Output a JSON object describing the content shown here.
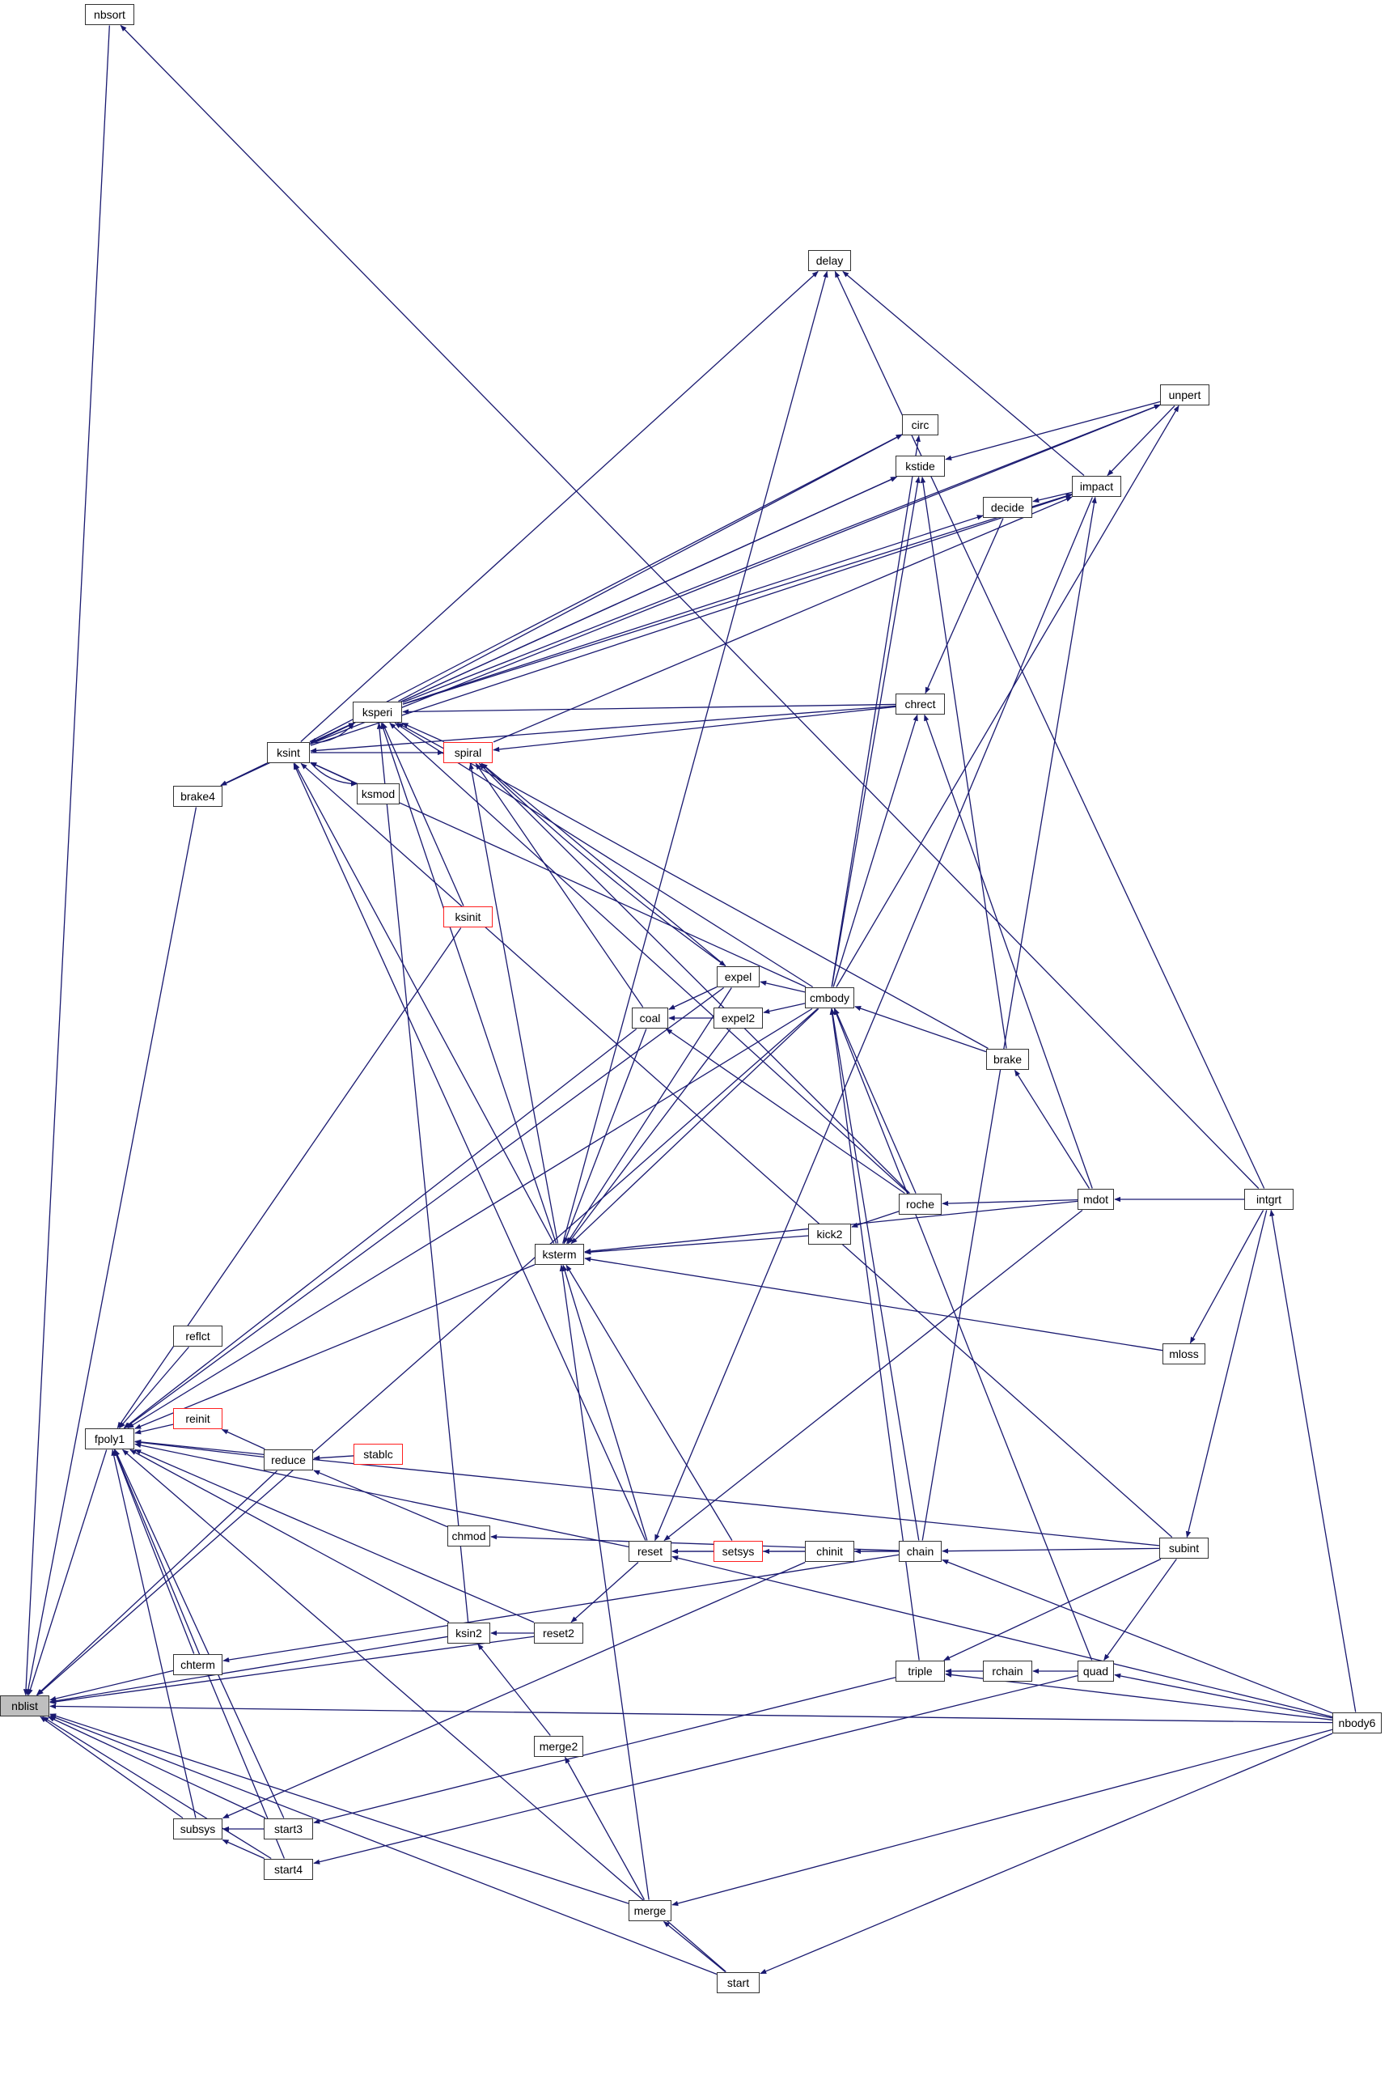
{
  "graph": {
    "focus_node": "nblist",
    "edge_color": "#191970",
    "focus_fill": "#bfbfbf",
    "truncated_border_color": "#ff2020",
    "nodes": [
      {
        "id": "nbsort",
        "label": "nbsort"
      },
      {
        "id": "nblist",
        "label": "nblist"
      },
      {
        "id": "fpoly1",
        "label": "fpoly1"
      },
      {
        "id": "brake4",
        "label": "brake4"
      },
      {
        "id": "reflct",
        "label": "reflct"
      },
      {
        "id": "reinit",
        "label": "reinit",
        "truncated": true
      },
      {
        "id": "chterm",
        "label": "chterm"
      },
      {
        "id": "subsys",
        "label": "subsys"
      },
      {
        "id": "ksint",
        "label": "ksint"
      },
      {
        "id": "reduce",
        "label": "reduce"
      },
      {
        "id": "start3",
        "label": "start3"
      },
      {
        "id": "start4",
        "label": "start4"
      },
      {
        "id": "ksperi",
        "label": "ksperi"
      },
      {
        "id": "ksmod",
        "label": "ksmod"
      },
      {
        "id": "stablc",
        "label": "stablc",
        "truncated": true
      },
      {
        "id": "spiral",
        "label": "spiral",
        "truncated": true
      },
      {
        "id": "ksinit",
        "label": "ksinit",
        "truncated": true
      },
      {
        "id": "chmod",
        "label": "chmod"
      },
      {
        "id": "ksin2",
        "label": "ksin2"
      },
      {
        "id": "ksterm",
        "label": "ksterm"
      },
      {
        "id": "reset2",
        "label": "reset2"
      },
      {
        "id": "merge2",
        "label": "merge2"
      },
      {
        "id": "coal",
        "label": "coal"
      },
      {
        "id": "reset",
        "label": "reset"
      },
      {
        "id": "merge",
        "label": "merge"
      },
      {
        "id": "expel",
        "label": "expel"
      },
      {
        "id": "expel2",
        "label": "expel2"
      },
      {
        "id": "setsys",
        "label": "setsys",
        "truncated": true
      },
      {
        "id": "start",
        "label": "start"
      },
      {
        "id": "delay",
        "label": "delay"
      },
      {
        "id": "cmbody",
        "label": "cmbody"
      },
      {
        "id": "kick2",
        "label": "kick2"
      },
      {
        "id": "chinit",
        "label": "chinit"
      },
      {
        "id": "circ",
        "label": "circ"
      },
      {
        "id": "kstide",
        "label": "kstide"
      },
      {
        "id": "chrect",
        "label": "chrect"
      },
      {
        "id": "roche",
        "label": "roche"
      },
      {
        "id": "chain",
        "label": "chain"
      },
      {
        "id": "triple",
        "label": "triple"
      },
      {
        "id": "decide",
        "label": "decide"
      },
      {
        "id": "brake",
        "label": "brake"
      },
      {
        "id": "rchain",
        "label": "rchain"
      },
      {
        "id": "impact",
        "label": "impact"
      },
      {
        "id": "mdot",
        "label": "mdot"
      },
      {
        "id": "quad",
        "label": "quad"
      },
      {
        "id": "unpert",
        "label": "unpert"
      },
      {
        "id": "mloss",
        "label": "mloss"
      },
      {
        "id": "subint",
        "label": "subint"
      },
      {
        "id": "intgrt",
        "label": "intgrt"
      },
      {
        "id": "nbody6",
        "label": "nbody6"
      }
    ],
    "edges": [
      [
        "intgrt",
        "nbsort"
      ],
      [
        "nbsort",
        "nblist"
      ],
      [
        "nbody6",
        "nblist"
      ],
      [
        "fpoly1",
        "nblist"
      ],
      [
        "brake4",
        "nblist"
      ],
      [
        "cmbody",
        "nblist"
      ],
      [
        "chterm",
        "nblist"
      ],
      [
        "reduce",
        "nblist"
      ],
      [
        "ksin2",
        "nblist"
      ],
      [
        "reset2",
        "nblist"
      ],
      [
        "subsys",
        "nblist"
      ],
      [
        "start3",
        "nblist"
      ],
      [
        "start4",
        "nblist"
      ],
      [
        "merge",
        "nblist"
      ],
      [
        "start",
        "nblist"
      ],
      [
        "ksinit",
        "fpoly1"
      ],
      [
        "expel",
        "fpoly1"
      ],
      [
        "coal",
        "fpoly1"
      ],
      [
        "cmbody",
        "fpoly1"
      ],
      [
        "ksterm",
        "fpoly1"
      ],
      [
        "reflct",
        "fpoly1"
      ],
      [
        "reinit",
        "fpoly1"
      ],
      [
        "reduce",
        "fpoly1"
      ],
      [
        "subint",
        "fpoly1"
      ],
      [
        "reset",
        "fpoly1"
      ],
      [
        "reset2",
        "fpoly1"
      ],
      [
        "ksin2",
        "fpoly1"
      ],
      [
        "chterm",
        "fpoly1"
      ],
      [
        "subsys",
        "fpoly1"
      ],
      [
        "start3",
        "fpoly1"
      ],
      [
        "start4",
        "fpoly1"
      ],
      [
        "start",
        "fpoly1"
      ],
      [
        "ksint",
        "brake4"
      ],
      [
        "ksperi",
        "ksint"
      ],
      [
        "ksint",
        "ksperi"
      ],
      [
        "ksmod",
        "ksint"
      ],
      [
        "ksint",
        "ksmod"
      ],
      [
        "ksterm",
        "ksint"
      ],
      [
        "reset",
        "ksint"
      ],
      [
        "subint",
        "ksint"
      ],
      [
        "ksint",
        "spiral"
      ],
      [
        "chrect",
        "ksint"
      ],
      [
        "ksint",
        "delay"
      ],
      [
        "ksint",
        "circ"
      ],
      [
        "ksint",
        "kstide"
      ],
      [
        "ksint",
        "impact"
      ],
      [
        "ksint",
        "unpert"
      ],
      [
        "brake4",
        "ksperi"
      ],
      [
        "spiral",
        "ksperi"
      ],
      [
        "ksinit",
        "ksperi"
      ],
      [
        "ksin2",
        "ksperi"
      ],
      [
        "chrect",
        "ksperi"
      ],
      [
        "brake",
        "ksperi"
      ],
      [
        "roche",
        "ksperi"
      ],
      [
        "cmbody",
        "ksperi"
      ],
      [
        "ksterm",
        "ksperi"
      ],
      [
        "ksperi",
        "circ"
      ],
      [
        "ksperi",
        "kstide"
      ],
      [
        "ksperi",
        "impact"
      ],
      [
        "ksperi",
        "unpert"
      ],
      [
        "ksperi",
        "decide"
      ],
      [
        "chrect",
        "spiral"
      ],
      [
        "expel",
        "spiral"
      ],
      [
        "coal",
        "spiral"
      ],
      [
        "spiral",
        "expel"
      ],
      [
        "ksterm",
        "spiral"
      ],
      [
        "spiral",
        "impact"
      ],
      [
        "roche",
        "spiral"
      ],
      [
        "coal",
        "ksterm"
      ],
      [
        "expel",
        "ksterm"
      ],
      [
        "expel2",
        "ksterm"
      ],
      [
        "cmbody",
        "ksterm"
      ],
      [
        "kick2",
        "ksterm"
      ],
      [
        "mdot",
        "ksterm"
      ],
      [
        "mloss",
        "ksterm"
      ],
      [
        "reset",
        "ksterm"
      ],
      [
        "setsys",
        "ksterm"
      ],
      [
        "merge",
        "ksterm"
      ],
      [
        "ksterm",
        "delay"
      ],
      [
        "cmbody",
        "expel"
      ],
      [
        "cmbody",
        "expel2"
      ],
      [
        "expel2",
        "coal"
      ],
      [
        "expel",
        "coal"
      ],
      [
        "roche",
        "coal"
      ],
      [
        "brake",
        "cmbody"
      ],
      [
        "roche",
        "cmbody"
      ],
      [
        "chain",
        "cmbody"
      ],
      [
        "triple",
        "cmbody"
      ],
      [
        "quad",
        "cmbody"
      ],
      [
        "cmbody",
        "chrect"
      ],
      [
        "cmbody",
        "kstide"
      ],
      [
        "cmbody",
        "unpert"
      ],
      [
        "cmbody",
        "ksint"
      ],
      [
        "cmbody",
        "circ"
      ],
      [
        "unpert",
        "kstide"
      ],
      [
        "unpert",
        "impact"
      ],
      [
        "impact",
        "decide"
      ],
      [
        "impact",
        "delay"
      ],
      [
        "intgrt",
        "delay"
      ],
      [
        "decide",
        "chrect"
      ],
      [
        "mdot",
        "chrect"
      ],
      [
        "roche",
        "kick2"
      ],
      [
        "mdot",
        "roche"
      ],
      [
        "mdot",
        "brake"
      ],
      [
        "intgrt",
        "mdot"
      ],
      [
        "intgrt",
        "mloss"
      ],
      [
        "brake",
        "kstide"
      ],
      [
        "setsys",
        "reset"
      ],
      [
        "chinit",
        "setsys"
      ],
      [
        "chain",
        "chinit"
      ],
      [
        "subint",
        "chain"
      ],
      [
        "nbody6",
        "chain"
      ],
      [
        "chain",
        "reset"
      ],
      [
        "chain",
        "impact"
      ],
      [
        "impact",
        "reset"
      ],
      [
        "mdot",
        "reset"
      ],
      [
        "nbody6",
        "reset"
      ],
      [
        "chain",
        "chmod"
      ],
      [
        "chmod",
        "reduce"
      ],
      [
        "stablc",
        "reduce"
      ],
      [
        "reduce",
        "reinit"
      ],
      [
        "chain",
        "chterm"
      ],
      [
        "reset",
        "reset2"
      ],
      [
        "reset2",
        "ksin2"
      ],
      [
        "merge2",
        "ksin2"
      ],
      [
        "merge",
        "merge2"
      ],
      [
        "start",
        "merge"
      ],
      [
        "nbody6",
        "merge"
      ],
      [
        "nbody6",
        "start"
      ],
      [
        "subint",
        "triple"
      ],
      [
        "subint",
        "quad"
      ],
      [
        "rchain",
        "triple"
      ],
      [
        "quad",
        "rchain"
      ],
      [
        "nbody6",
        "quad"
      ],
      [
        "nbody6",
        "triple"
      ],
      [
        "nbody6",
        "intgrt"
      ],
      [
        "intgrt",
        "subint"
      ],
      [
        "triple",
        "start3"
      ],
      [
        "quad",
        "start4"
      ],
      [
        "chinit",
        "subsys"
      ],
      [
        "start3",
        "subsys"
      ],
      [
        "start4",
        "subsys"
      ]
    ]
  }
}
